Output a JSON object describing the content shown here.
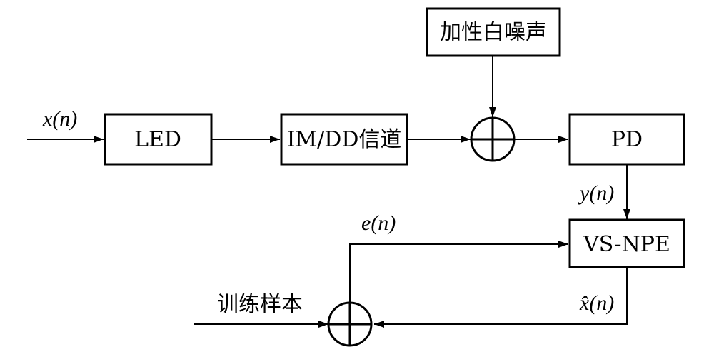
{
  "blocks": {
    "noise": "加性白噪声",
    "led": "LED",
    "channel": "IM/DD信道",
    "pd": "PD",
    "equalizer": "VS-NPE"
  },
  "signals": {
    "input": "x(n)",
    "pd_output": "y(n)",
    "error": "e(n)",
    "estimate": "x̂(n)",
    "training": "训练样本"
  },
  "colors": {
    "line": "#000000",
    "background": "#ffffff"
  }
}
